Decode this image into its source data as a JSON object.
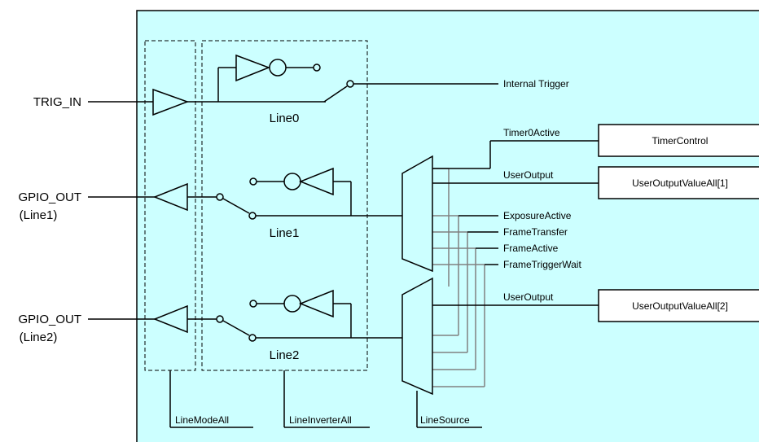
{
  "pins": {
    "trig_in": "TRIG_IN",
    "gpio1": "GPIO_OUT",
    "gpio1_sub": "(Line1)",
    "gpio2": "GPIO_OUT",
    "gpio2_sub": "(Line2)"
  },
  "lines": {
    "line0": "Line0",
    "line1": "Line1",
    "line2": "Line2"
  },
  "signals": {
    "internal_trigger": "Internal Trigger",
    "timer0_active": "Timer0Active",
    "user_output_1": "UserOutput",
    "exposure_active": "ExposureActive",
    "frame_transfer": "FrameTransfer",
    "frame_active": "FrameActive",
    "frame_trigger_wait": "FrameTriggerWait",
    "user_output_2": "UserOutput"
  },
  "blocks": {
    "timer_control": "TimerControl",
    "uov_all_1": "UserOutputValueAll[1]",
    "uov_all_2": "UserOutputValueAll[2]"
  },
  "selectors": {
    "line_mode_all": "LineModeAll",
    "line_inverter_all": "LineInverterAll",
    "line_source": "LineSource"
  },
  "colors": {
    "panel": "#ccffff",
    "wire": "#000000",
    "gray_wire": "#808080"
  }
}
